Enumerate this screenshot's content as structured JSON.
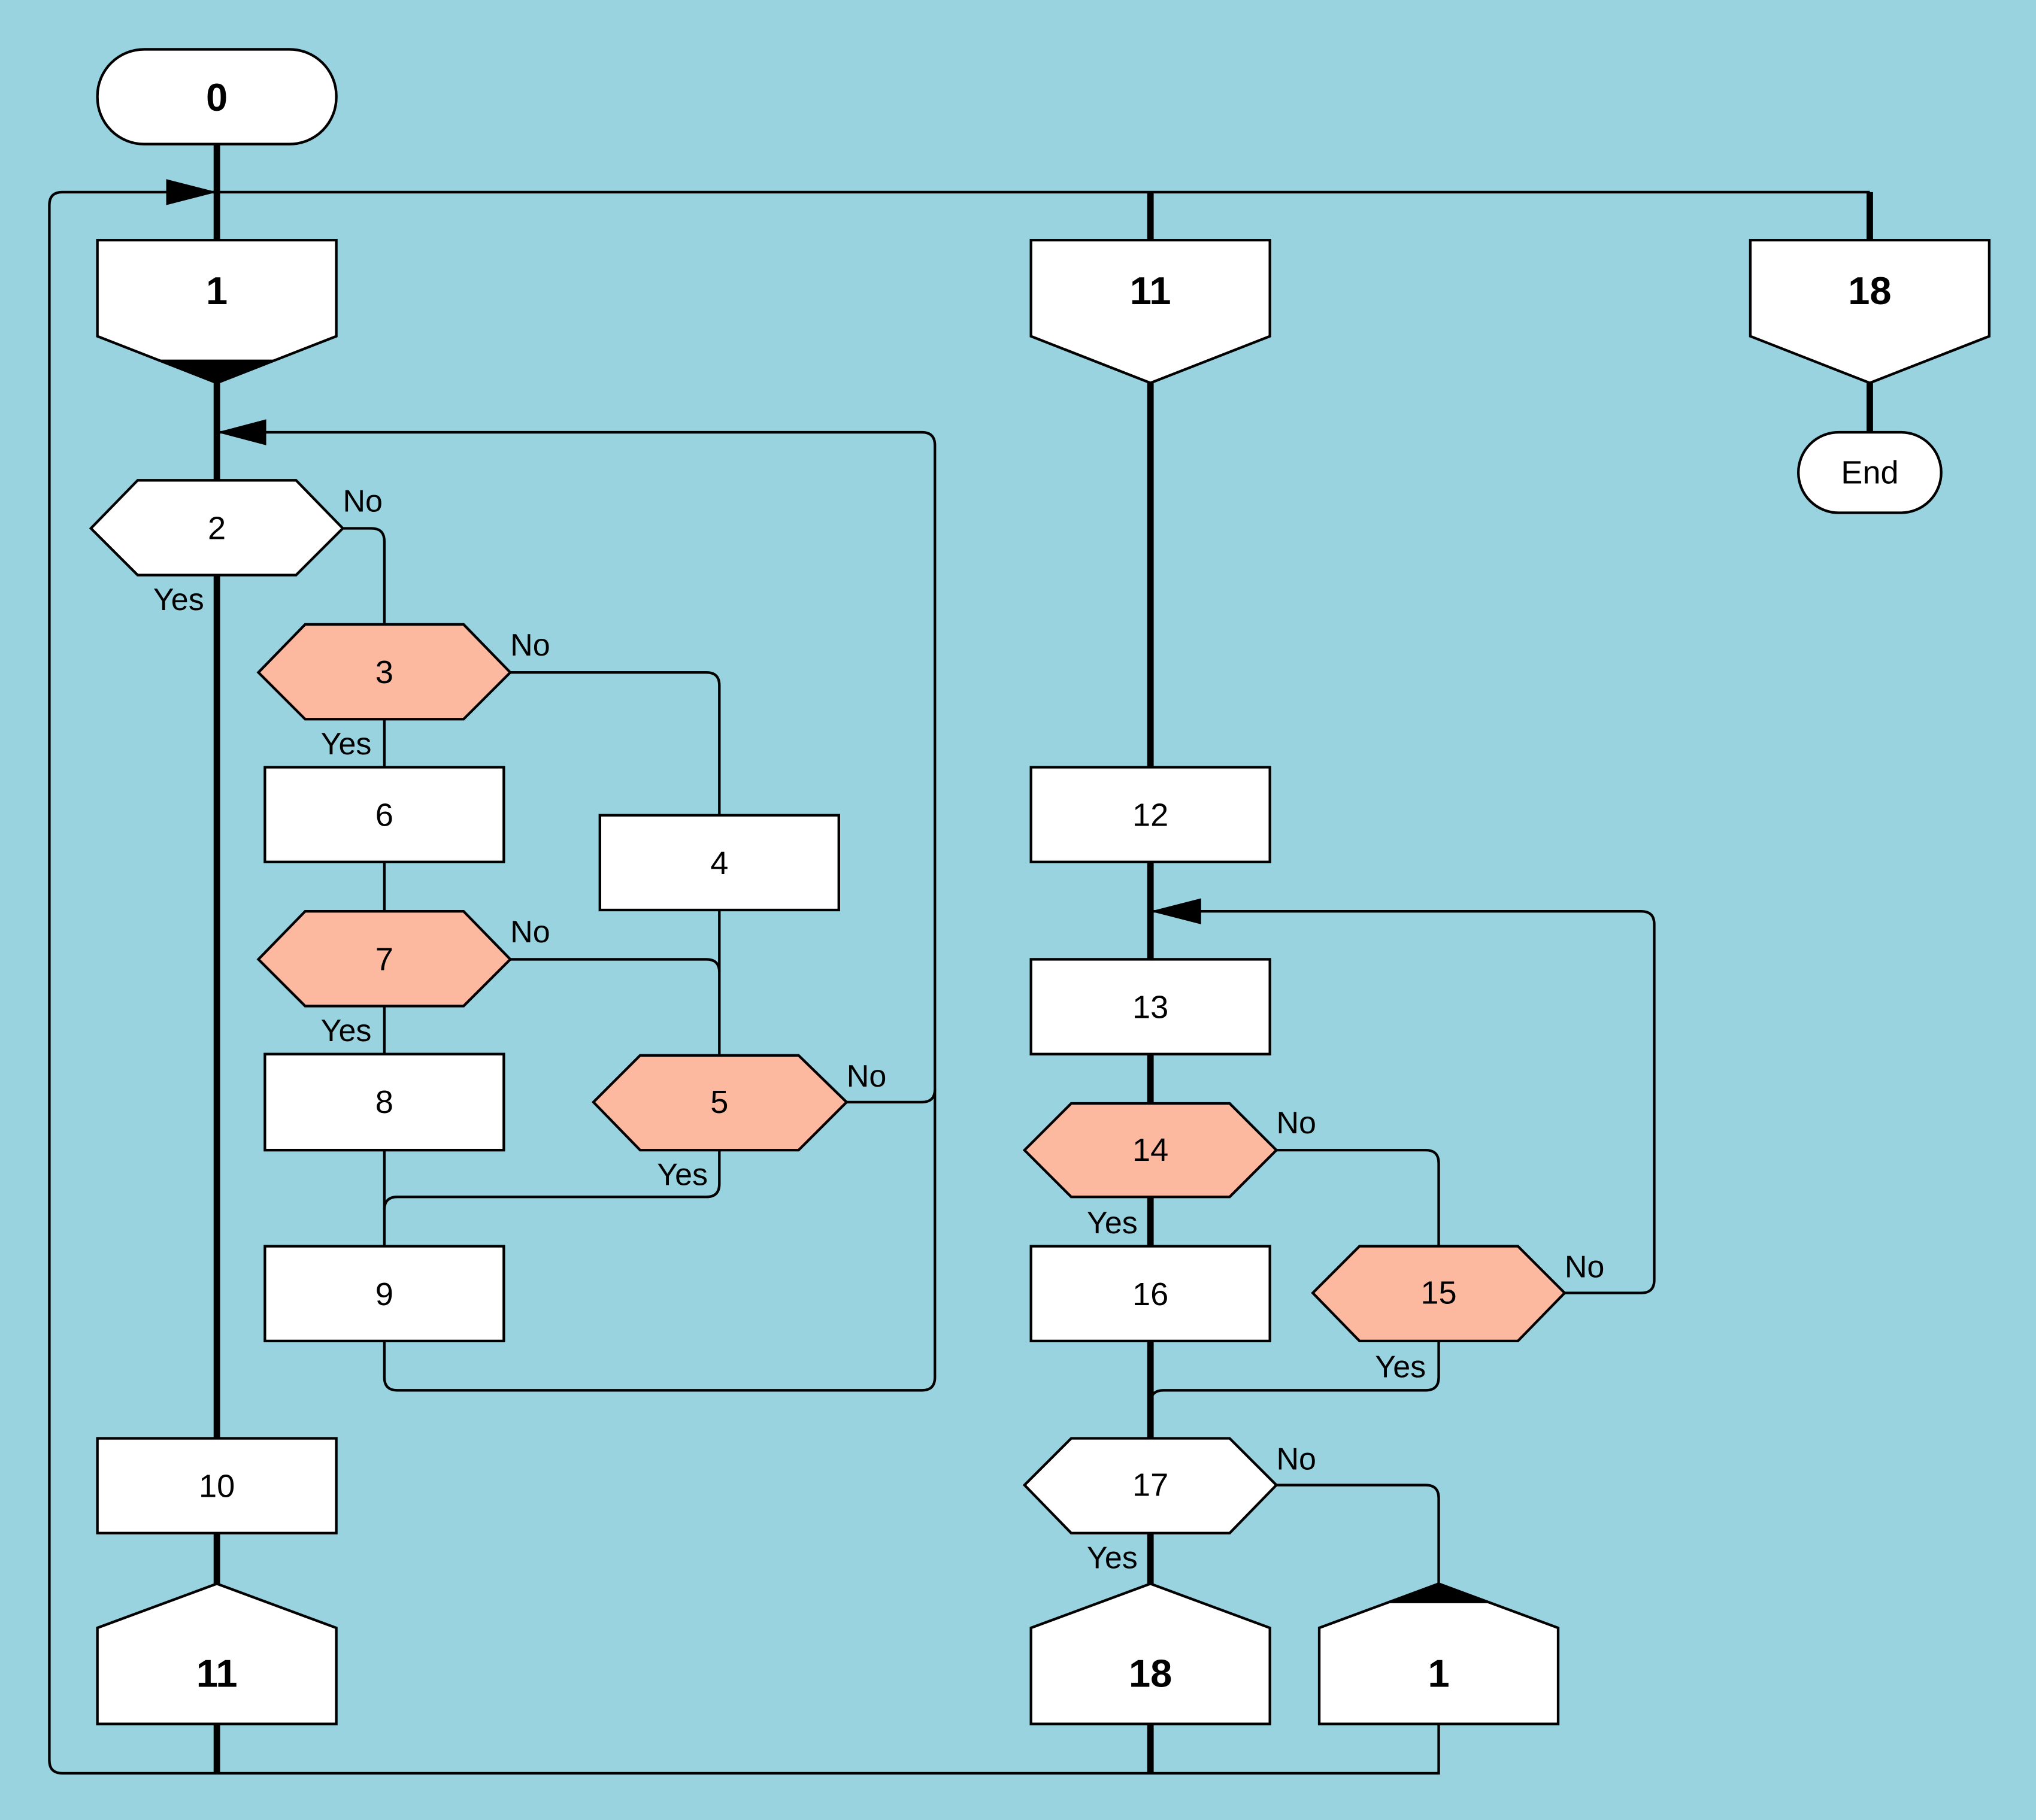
{
  "diagram": {
    "type": "flowchart (DRAKON-style)",
    "colors": {
      "background": "#9ad3e0",
      "node": "#ffffff",
      "highlight": "#fdb8a0",
      "stroke": "#000000"
    },
    "nodes": {
      "n0": "0",
      "n1": "1",
      "n11": "11",
      "n18": "18",
      "end": "End",
      "n2": "2",
      "n3": "3",
      "n4": "4",
      "n5": "5",
      "n6": "6",
      "n7": "7",
      "n8": "8",
      "n9": "9",
      "n10": "10",
      "n11b": "11",
      "n12": "12",
      "n13": "13",
      "n14": "14",
      "n15": "15",
      "n16": "16",
      "n17": "17",
      "n18b": "18",
      "n1b": "1"
    },
    "branch_labels": {
      "yes": "Yes",
      "no": "No"
    },
    "highlighted_nodes": [
      "3",
      "5",
      "7",
      "14",
      "15"
    ]
  }
}
